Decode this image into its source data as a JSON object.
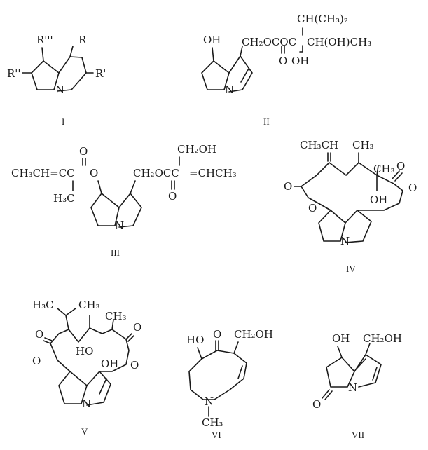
{
  "compounds": [
    {
      "numeral": "I",
      "labels": {
        "r3": "R'''",
        "r": "R",
        "r2": "R''",
        "r1": "R'",
        "n": "N"
      }
    },
    {
      "numeral": "II",
      "labels": {
        "oh": "OH",
        "ester": "CH₂OCOC",
        "iso": "CH(CH₃)₂",
        "side": "CH(OH)CH₃",
        "o": "O",
        "oh2": "OH",
        "n": "N"
      }
    },
    {
      "numeral": "III",
      "labels": {
        "o_top": "O",
        "left_chain": "CH₃CH=CC",
        "o_ester": "O",
        "h3c": "H₃C",
        "ch2o": "CH₂OCC",
        "right_chain": "=CHCH₃",
        "ch2oh": "CH₂OH",
        "o_carb": "O",
        "n": "N"
      }
    },
    {
      "numeral": "IV",
      "labels": {
        "ch3ch": "CH₃CH",
        "ch3": "CH₃",
        "ch3b": "CH₃",
        "o_left": "O",
        "o_right": "O",
        "o_ring": "O",
        "oh": "OH",
        "o_ring2": "O",
        "n": "N"
      }
    },
    {
      "numeral": "V",
      "labels": {
        "h3c": "H₃C",
        "ch3": "CH₃",
        "ch3b": "CH₃",
        "o_left": "O",
        "o_right": "O",
        "ho": "HO",
        "oh": "OH",
        "o_ring": "O",
        "o_ring2": "O",
        "n": "N"
      }
    },
    {
      "numeral": "VI",
      "labels": {
        "ho": "HO",
        "o": "O",
        "ch2oh": "CH₂OH",
        "n": "N",
        "ch3": "CH₃"
      }
    },
    {
      "numeral": "VII",
      "labels": {
        "oh": "OH",
        "ch2oh": "CH₂OH",
        "n": "N",
        "o": "O"
      }
    }
  ]
}
